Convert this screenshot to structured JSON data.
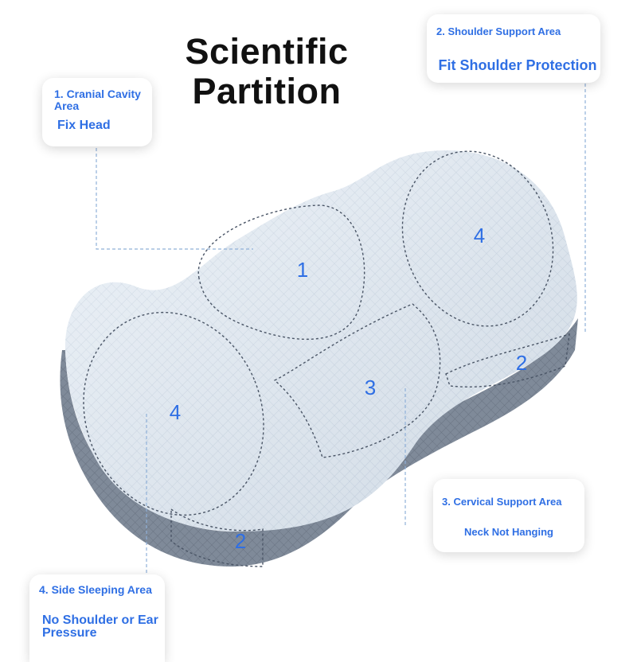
{
  "title": {
    "line1": "Scientific",
    "line2": "Partition"
  },
  "cards": {
    "cranial": {
      "heading": "1. Cranial Cavity Area",
      "body": "Fix Head"
    },
    "shoulder": {
      "heading": "2. Shoulder Support Area",
      "body": "Fit Shoulder Protection"
    },
    "cervical": {
      "heading": "3. Cervical Support Area",
      "body": "Neck Not Hanging"
    },
    "side": {
      "heading": "4. Side Sleeping Area",
      "body": "No Shoulder or Ear Pressure"
    }
  },
  "zone_labels": {
    "z1": "1",
    "z2_right": "2",
    "z2_front": "2",
    "z3": "3",
    "z4_right": "4",
    "z4_left": "4"
  },
  "colors": {
    "accent": "#2f6fe4",
    "title": "#111111",
    "pillow_top": "#e4edf5",
    "pillow_side": "#7d8896",
    "leader": "#8fb0d8"
  }
}
